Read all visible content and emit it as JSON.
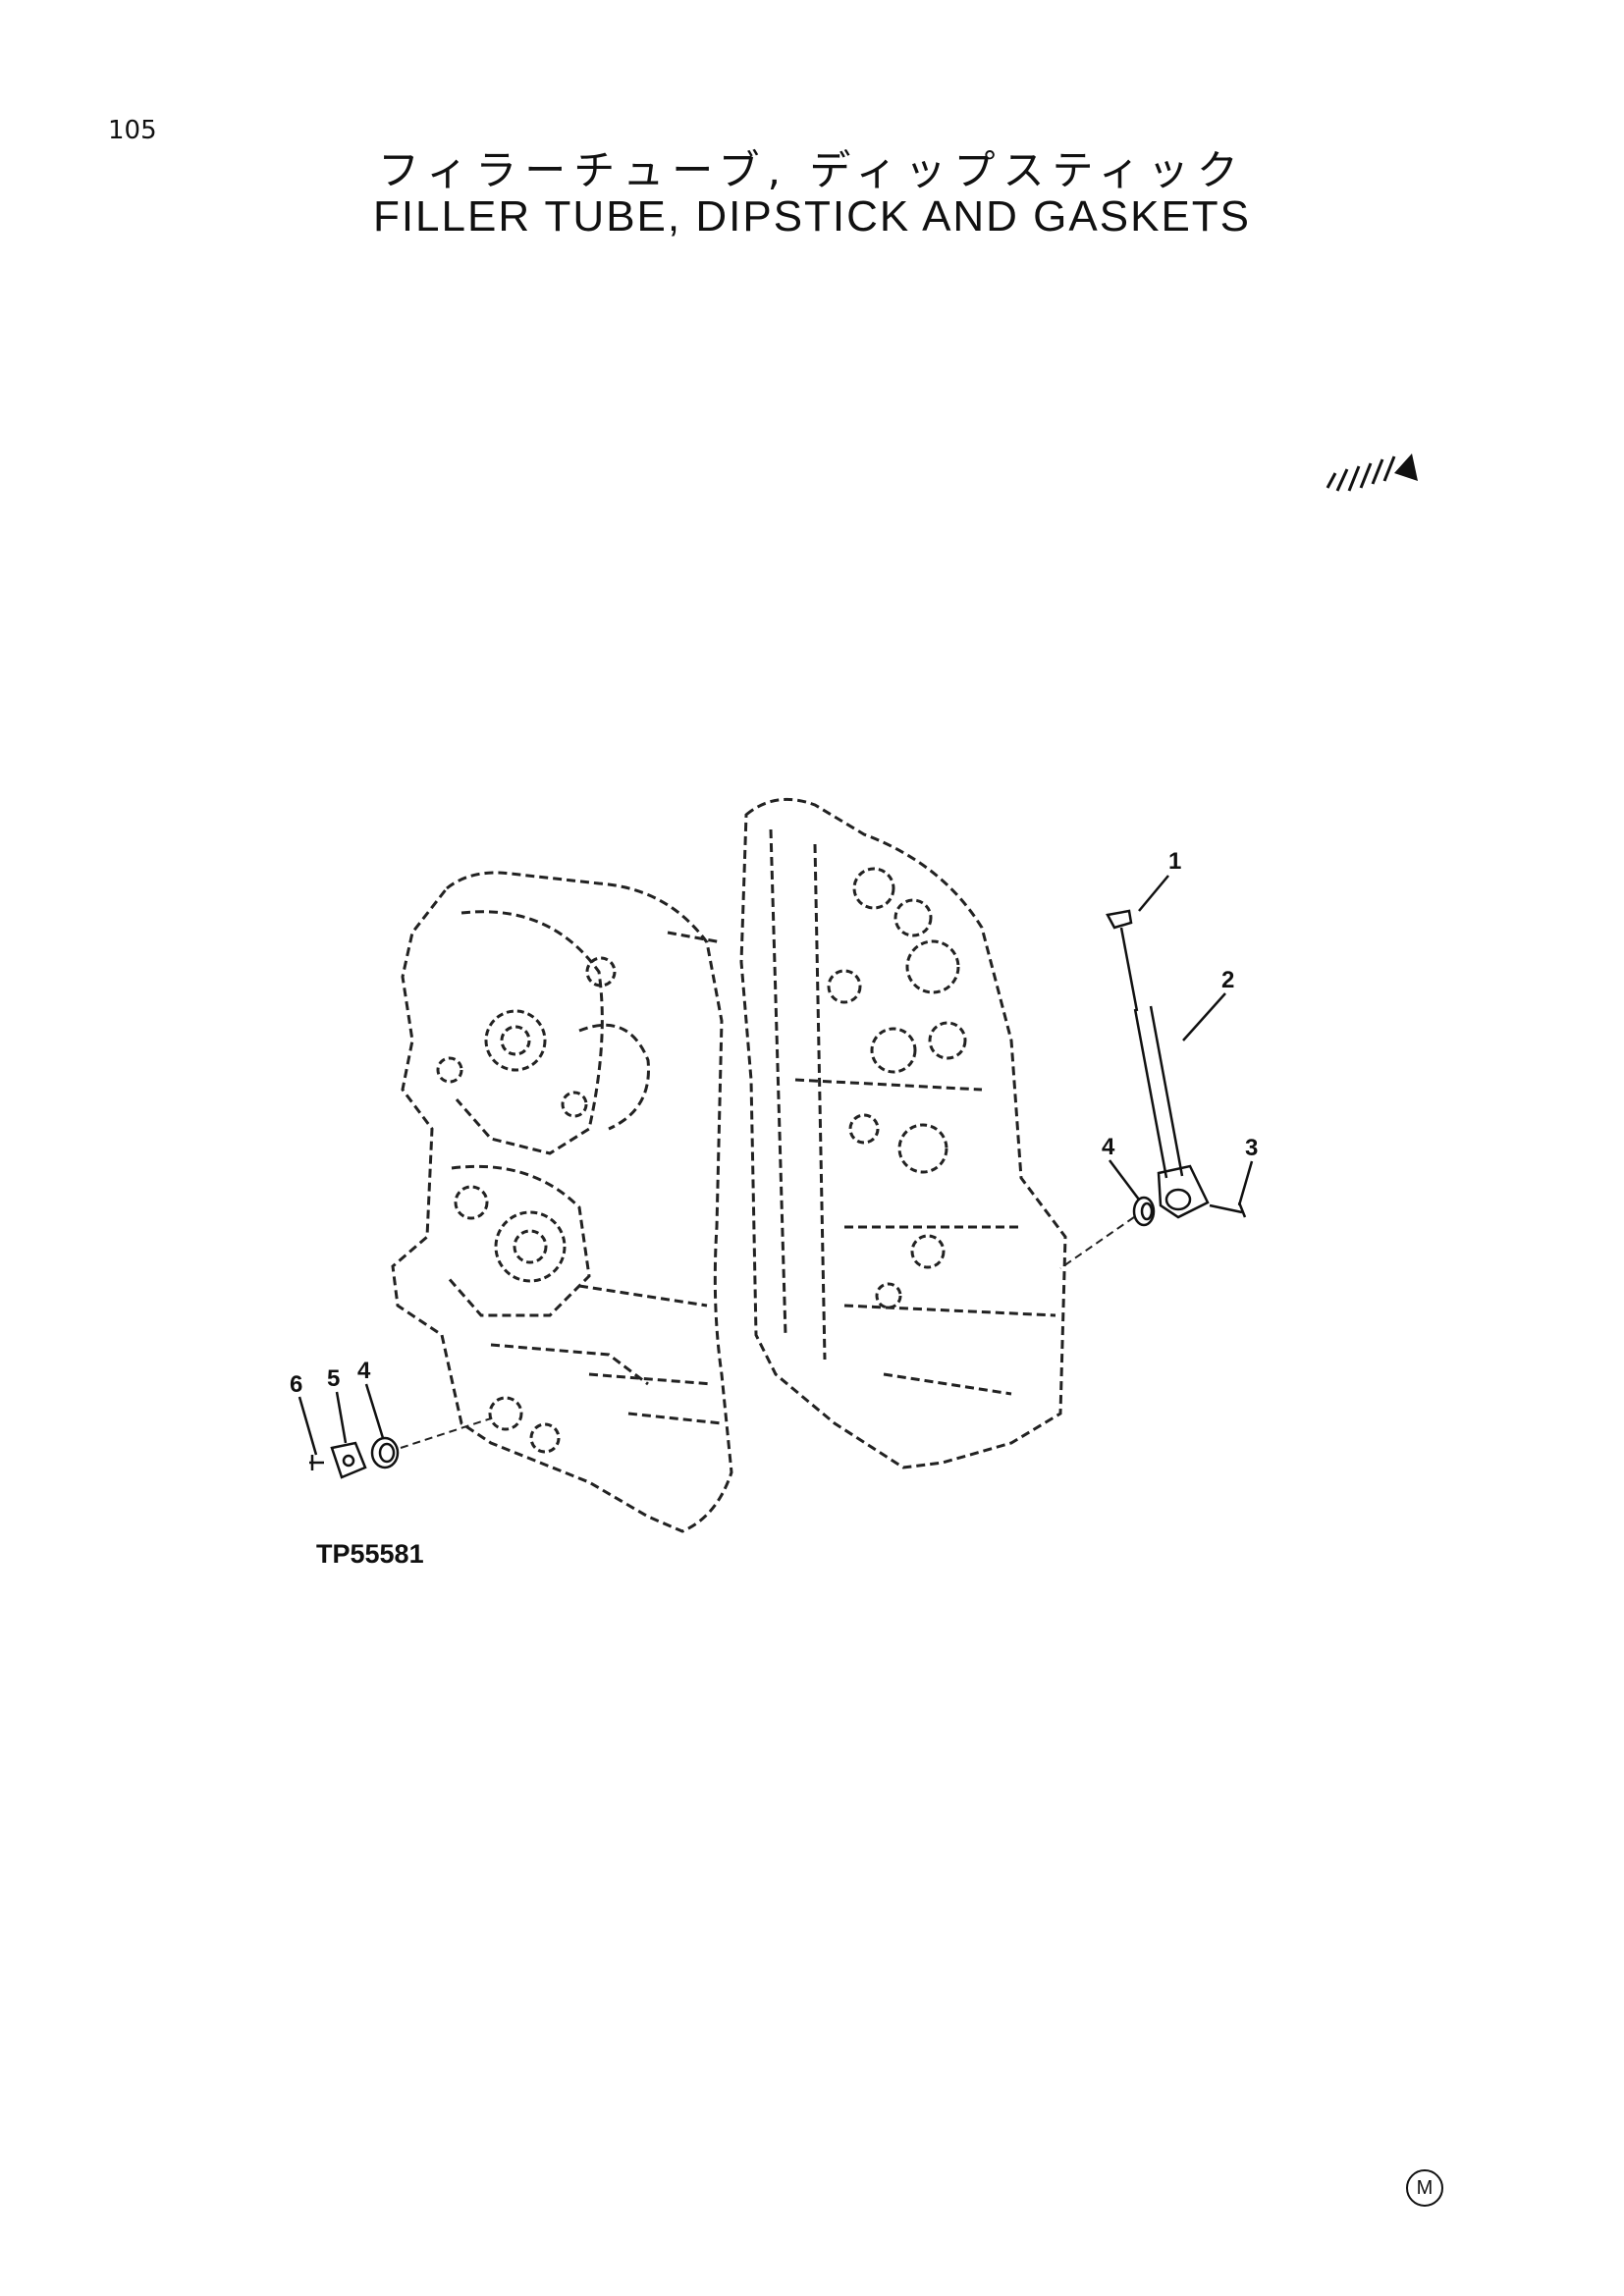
{
  "page": {
    "number": "105"
  },
  "title": {
    "japanese": "フィラーチューブ, ディップスティック",
    "english": "FILLER TUBE, DIPSTICK AND GASKETS"
  },
  "figure": {
    "id": "TP55581",
    "callouts": [
      {
        "key": "c1",
        "label": "1"
      },
      {
        "key": "c2",
        "label": "2"
      },
      {
        "key": "c3",
        "label": "3"
      },
      {
        "key": "c4a",
        "label": "4"
      },
      {
        "key": "c6",
        "label": "6"
      },
      {
        "key": "c5",
        "label": "5"
      },
      {
        "key": "c4b",
        "label": "4"
      }
    ]
  },
  "footer": {
    "mark": "M"
  },
  "icons": {
    "direction": "direction-arrow-icon"
  }
}
